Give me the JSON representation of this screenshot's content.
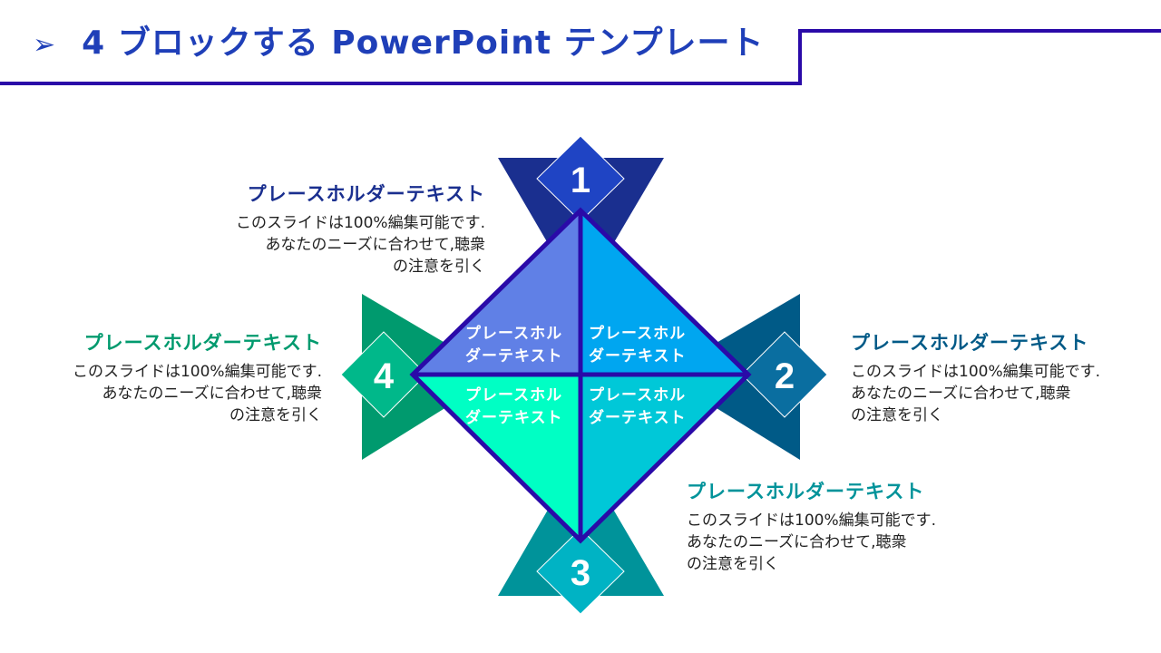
{
  "header": {
    "title": "4 ブロックする PowerPoint テンプレート",
    "arrow_icon": "arrow-right-icon"
  },
  "colors": {
    "accent": "#2a0aa8",
    "title": "#1f3fb8"
  },
  "blocks": [
    {
      "number": "1",
      "heading": "プレースホルダーテキスト",
      "body": [
        "このスライドは100%編集可能です.",
        "あなたのニーズに合わせて,聴衆",
        "の注意を引く"
      ],
      "color": "#1a2f8f"
    },
    {
      "number": "2",
      "heading": "プレースホルダーテキスト",
      "body": [
        "このスライドは100%編集可能です.",
        "あなたのニーズに合わせて,聴衆",
        "の注意を引く"
      ],
      "color": "#005a87"
    },
    {
      "number": "3",
      "heading": "プレースホルダーテキスト",
      "body": [
        "このスライドは100%編集可能です.",
        "あなたのニーズに合わせて,聴衆",
        "の注意を引く"
      ],
      "color": "#00939a"
    },
    {
      "number": "4",
      "heading": "プレースホルダーテキスト",
      "body": [
        "このスライドは100%編集可能です.",
        "あなたのニーズに合わせて,聴衆",
        "の注意を引く"
      ],
      "color": "#009a6e"
    }
  ],
  "quadrants": [
    {
      "line1": "プレースホル",
      "line2": "ダーテキスト"
    },
    {
      "line1": "プレースホル",
      "line2": "ダーテキスト"
    },
    {
      "line1": "プレースホル",
      "line2": "ダーテキスト"
    },
    {
      "line1": "プレースホル",
      "line2": "ダーテキスト"
    }
  ]
}
